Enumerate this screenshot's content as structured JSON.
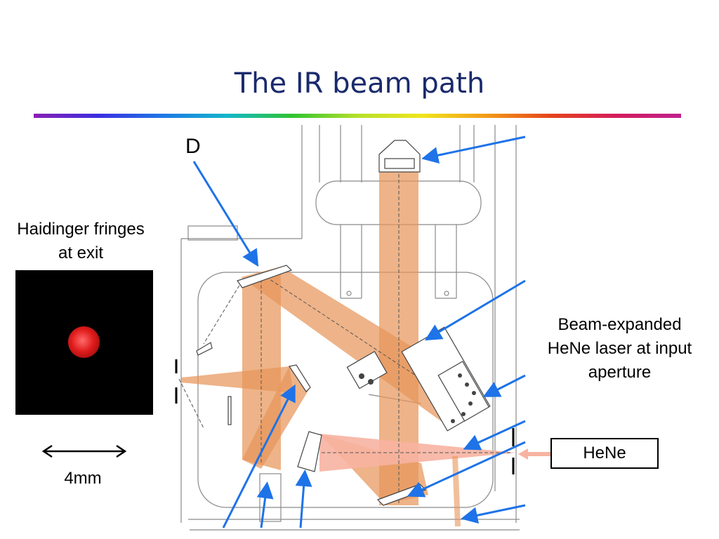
{
  "slide": {
    "title": "The IR beam path",
    "left_caption": "Haidinger fringes at exit",
    "scale_label": "4mm",
    "right_caption": "Beam-expanded HeNe laser at input aperture",
    "hene_label": "HeNe",
    "diagram_label": "D"
  },
  "colors": {
    "title": "#1a2a6c",
    "beam": "#e8955a",
    "laser_cone": "#f7b3a1",
    "arrow": "#1e73e8",
    "spot": "#e01c1c"
  }
}
